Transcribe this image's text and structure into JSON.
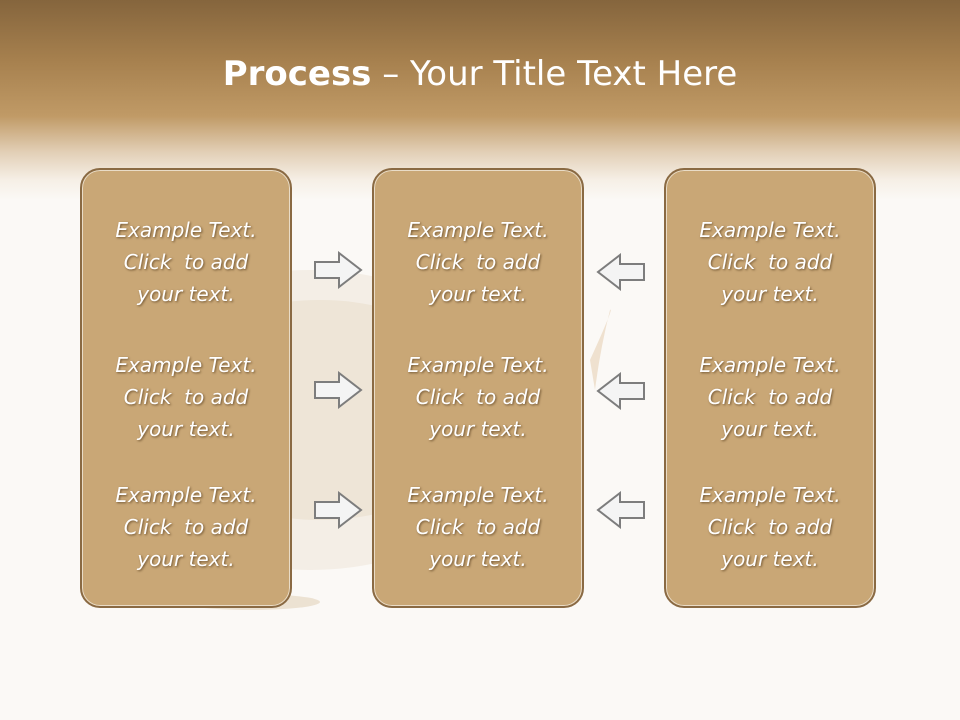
{
  "slide": {
    "title_bold": "Process",
    "title_rest": " – Your Title Text Here"
  },
  "columns": [
    {
      "items": [
        "Example Text.\nClick  to add\nyour text.",
        "Example Text.\nClick  to add\nyour text.",
        "Example Text.\nClick  to add\nyour text."
      ]
    },
    {
      "items": [
        "Example Text.\nClick  to add\nyour text.",
        "Example Text.\nClick  to add\nyour text.",
        "Example Text.\nClick  to add\nyour text."
      ]
    },
    {
      "items": [
        "Example Text.\nClick  to add\nyour text.",
        "Example Text.\nClick  to add\nyour text.",
        "Example Text.\nClick  to add\nyour text."
      ]
    }
  ],
  "arrows": {
    "left_group_direction": "right",
    "right_group_direction": "left",
    "icon": "outline-block-arrow"
  },
  "colors": {
    "header_dark": "#85653d",
    "box_fill": "#c9a776",
    "box_border": "#8a6a43",
    "arrow_fill": "#f4f4f4",
    "arrow_stroke": "#7d7d7d"
  }
}
